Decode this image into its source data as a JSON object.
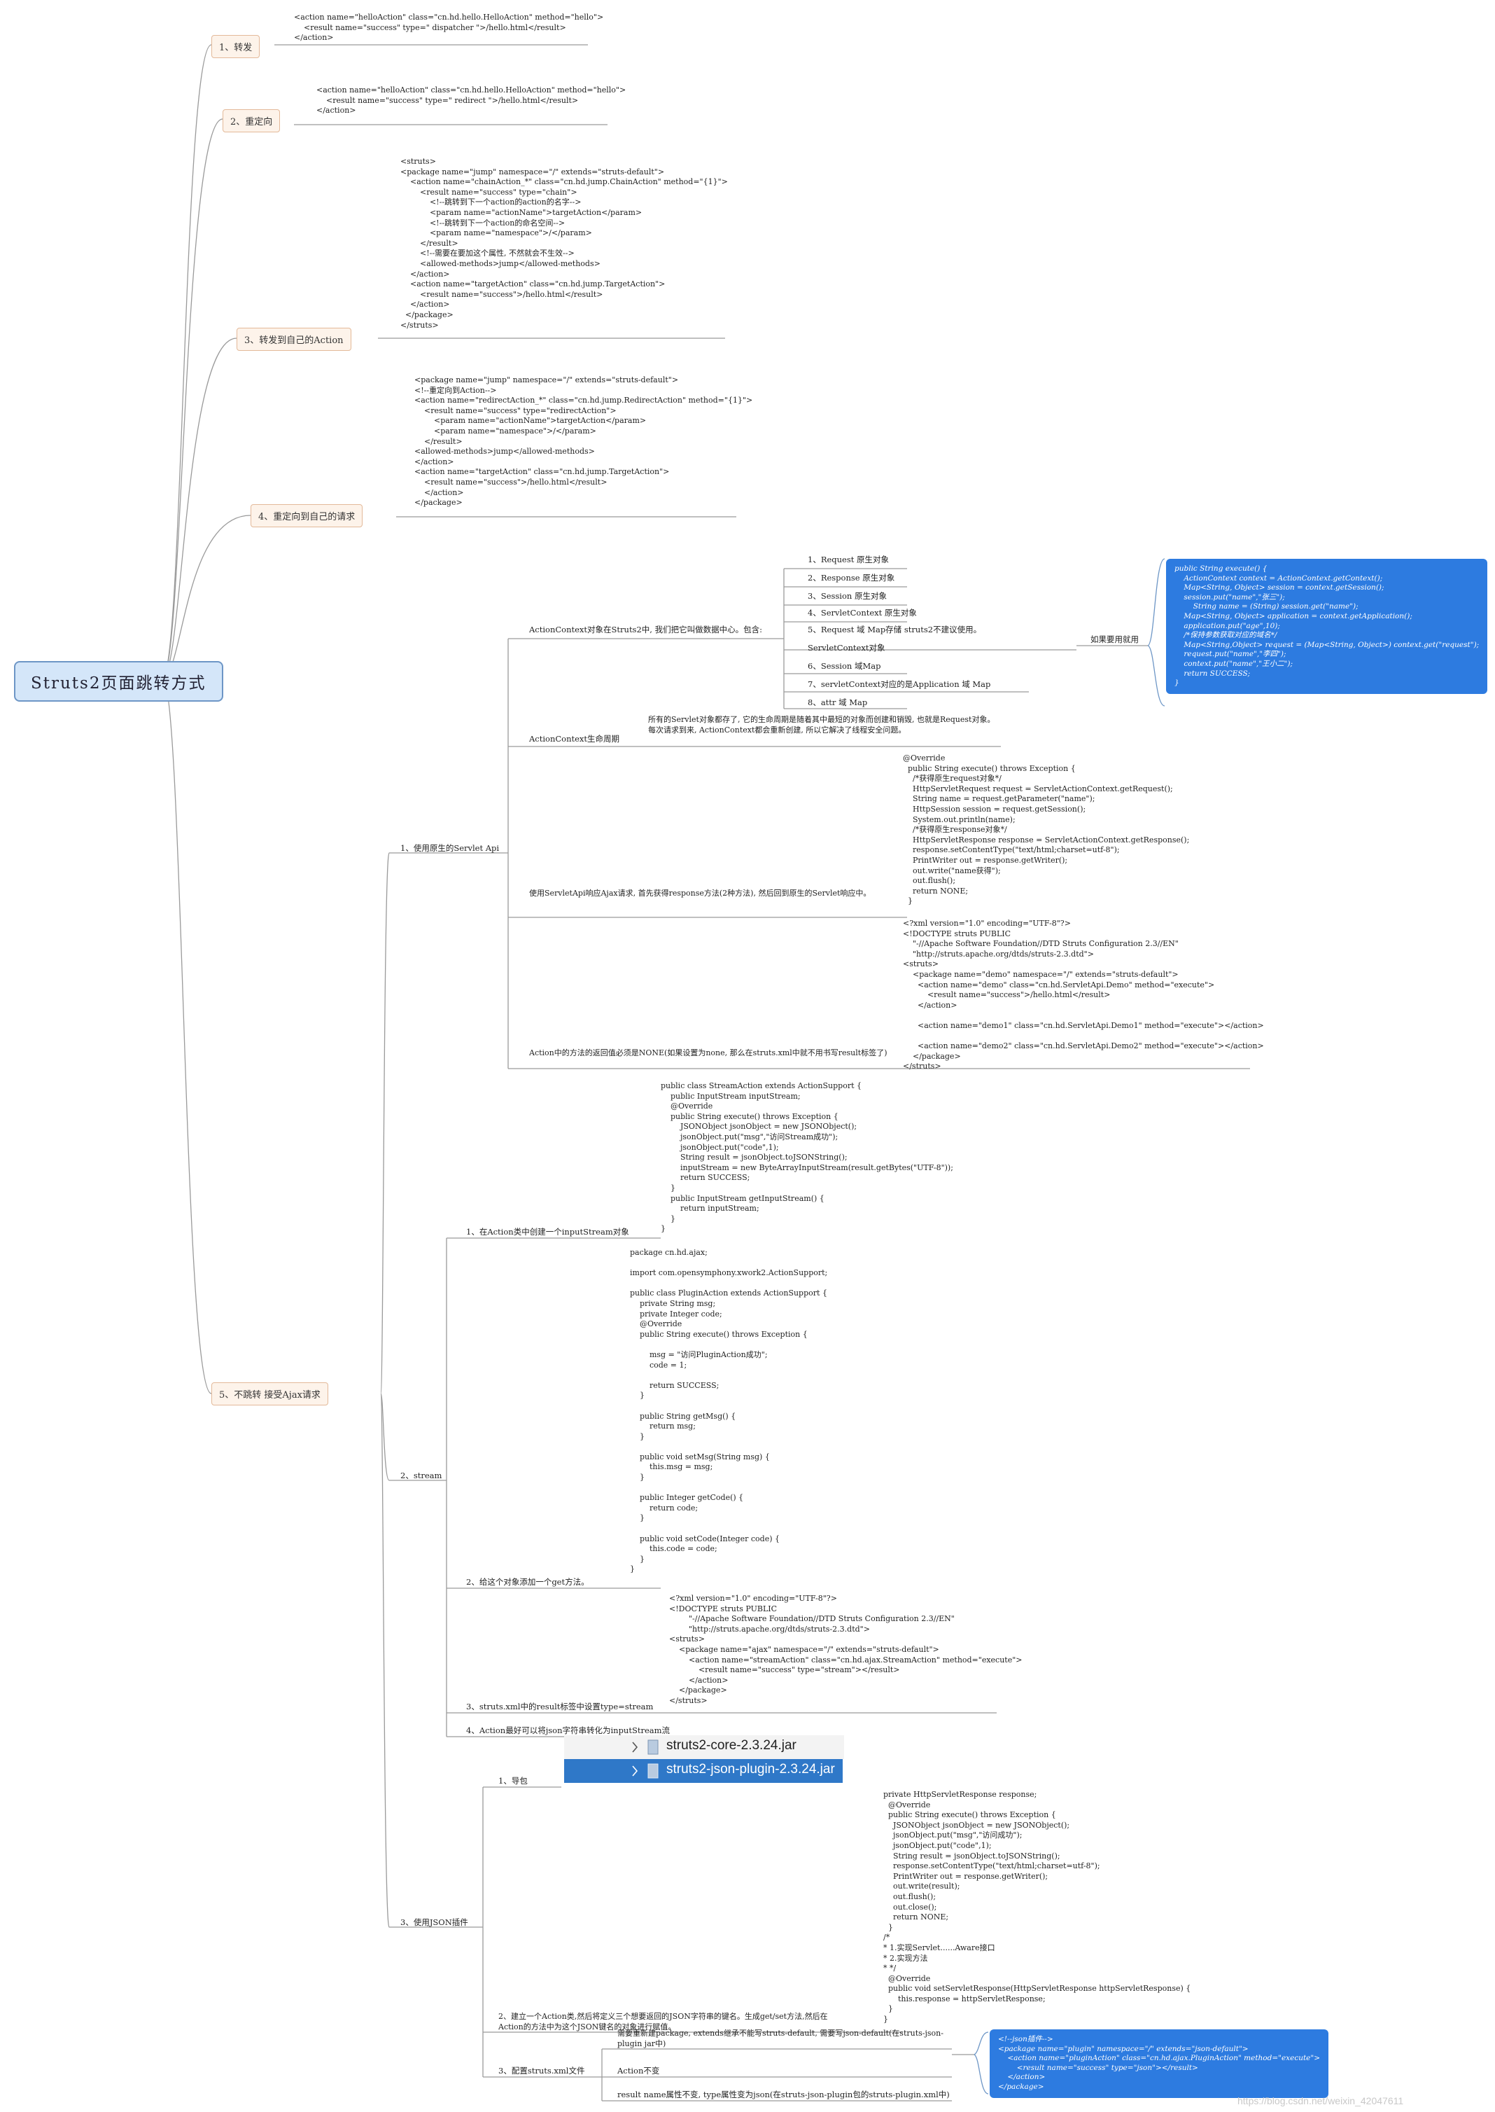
{
  "root": {
    "title": "Struts2页面跳转方式"
  },
  "topics": [
    {
      "label": "1、转发",
      "code": "<action name=\"helloAction\" class=\"cn.hd.hello.HelloAction\" method=\"hello\">\n    <result name=\"success\" type=\" dispatcher \">/hello.html</result>\n</action>"
    },
    {
      "label": "2、重定向",
      "code": "<action name=\"helloAction\" class=\"cn.hd.hello.HelloAction\" method=\"hello\">\n    <result name=\"success\" type=\" redirect \">/hello.html</result>\n</action>"
    },
    {
      "label": "3、转发到自己的Action",
      "code": "<struts>\n<package name=\"jump\" namespace=\"/\" extends=\"struts-default\">\n    <action name=\"chainAction_*\" class=\"cn.hd.jump.ChainAction\" method=\"{1}\">\n        <result name=\"success\" type=\"chain\">\n            <!--跳转到下一个action的action的名字-->\n            <param name=\"actionName\">targetAction</param>\n            <!--跳转到下一个action的命名空间-->\n            <param name=\"namespace\">/</param>\n        </result>\n        <!--需要在要加这个属性, 不然就会不生效-->\n        <allowed-methods>jump</allowed-methods>\n    </action>\n    <action name=\"targetAction\" class=\"cn.hd.jump.TargetAction\">\n        <result name=\"success\">/hello.html</result>\n    </action>\n  </package>\n</struts>"
    },
    {
      "label": "4、重定向到自己的请求",
      "code": "<package name=\"jump\" namespace=\"/\" extends=\"struts-default\">\n<!--重定向到Action-->\n<action name=\"redirectAction_*\" class=\"cn.hd.jump.RedirectAction\" method=\"{1}\">\n    <result name=\"success\" type=\"redirectAction\">\n        <param name=\"actionName\">targetAction</param>\n        <param name=\"namespace\">/</param>\n    </result>\n<allowed-methods>jump</allowed-methods>\n</action>\n<action name=\"targetAction\" class=\"cn.hd.jump.TargetAction\">\n    <result name=\"success\">/hello.html</result>\n    </action>\n</package>"
    },
    {
      "label": "5、不跳转      接受Ajax请求"
    }
  ],
  "servlet": {
    "label": "1、使用原生的Servlet Api",
    "context_label": "ActionContext对象在Struts2中, 我们把它叫做数据中心。包含:",
    "context_items": [
      "1、Request      原生对象",
      "2、Response          原生对象",
      "3、Session          原生对象",
      "4、ServletContext        原生对象",
      "5、Request      域  Map存储    struts2不建议使用。",
      "ServletContext对象",
      "6、Session      域Map",
      "7、servletContext对应的是Application        域          Map",
      "8、attr  域         Map"
    ],
    "if_use": "如果要用就用",
    "blue_code": "public String execute() {\n    ActionContext context = ActionContext.getContext();\n    Map<String, Object> session = context.getSession();\n    session.put(\"name\",\"张三\");\n        String name = (String) session.get(\"name\");\n    Map<String, Object> application = context.getApplication();\n    application.put(\"age\",10);\n    /*保持参数获取对应的域名*/\n    Map<String,Object> request = (Map<String, Object>) context.get(\"request\");\n    request.put(\"name\",\"李四\");\n    context.put(\"name\",\"王小二\");\n    return SUCCESS;\n}",
    "lifecycle_label": "ActionContext生命周期",
    "lifecycle_text": "所有的Servlet对象都存了, 它的生命周期是随着其中最短的对象而创建和销毁, 也就是Request对象。每次请求到来, ActionContext都会重新创建, 所以它解决了线程安全问题。",
    "ajax_label": "使用ServletApi响应Ajax请求, 首先获得response方法(2种方法), 然后回到原生的Servlet响应中。",
    "ajax_code": "@Override\n  public String execute() throws Exception {\n    /*获得原生request对象*/\n    HttpServletRequest request = ServletActionContext.getRequest();\n    String name = request.getParameter(\"name\");\n    HttpSession session = request.getSession();\n    System.out.println(name);\n    /*获得原生response对象*/\n    HttpServletResponse response = ServletActionContext.getResponse();\n    response.setContentType(\"text/html;charset=utf-8\");\n    PrintWriter out = response.getWriter();\n    out.write(\"name获得\");\n    out.flush();\n    return NONE;\n  }",
    "none_label": "Action中的方法的返回值必须是NONE(如果设置为none, 那么在struts.xml中就不用书写result标签了)",
    "none_code": "<?xml version=\"1.0\" encoding=\"UTF-8\"?>\n<!DOCTYPE struts PUBLIC\n    \"-//Apache Software Foundation//DTD Struts Configuration 2.3//EN\"\n    \"http://struts.apache.org/dtds/struts-2.3.dtd\">\n<struts>\n    <package name=\"demo\" namespace=\"/\" extends=\"struts-default\">\n      <action name=\"demo\" class=\"cn.hd.ServletApi.Demo\" method=\"execute\">\n          <result name=\"success\">/hello.html</result>\n      </action>\n\n      <action name=\"demo1\" class=\"cn.hd.ServletApi.Demo1\" method=\"execute\"></action>\n\n      <action name=\"demo2\" class=\"cn.hd.ServletApi.Demo2\" method=\"execute\"></action>\n    </package>\n</struts>"
  },
  "stream": {
    "label": "2、stream",
    "step1_label": "1、在Action类中创建一个inputStream对象",
    "step1_code": "public class StreamAction extends ActionSupport {\n    public InputStream inputStream;\n    @Override\n    public String execute() throws Exception {\n        JSONObject jsonObject = new JSONObject();\n        jsonObject.put(\"msg\",\"访问Stream成功\");\n        jsonObject.put(\"code\",1);\n        String result = jsonObject.toJSONString();\n        inputStream = new ByteArrayInputStream(result.getBytes(\"UTF-8\"));\n        return SUCCESS;\n    }\n    public InputStream getInputStream() {\n        return inputStream;\n    }\n}",
    "step2_label": "2、给这个对象添加一个get方法。",
    "step2_code": "package cn.hd.ajax;\n\nimport com.opensymphony.xwork2.ActionSupport;\n\npublic class PluginAction extends ActionSupport {\n    private String msg;\n    private Integer code;\n    @Override\n    public String execute() throws Exception {\n\n        msg = \"访问PluginAction成功\";\n        code = 1;\n\n        return SUCCESS;\n    }\n\n    public String getMsg() {\n        return msg;\n    }\n\n    public void setMsg(String msg) {\n        this.msg = msg;\n    }\n\n    public Integer getCode() {\n        return code;\n    }\n\n    public void setCode(Integer code) {\n        this.code = code;\n    }\n}",
    "step3_label": "3、struts.xml中的result标签中设置type=stream",
    "step3_code": "<?xml version=\"1.0\" encoding=\"UTF-8\"?>\n<!DOCTYPE struts PUBLIC\n        \"-//Apache Software Foundation//DTD Struts Configuration 2.3//EN\"\n        \"http://struts.apache.org/dtds/struts-2.3.dtd\">\n<struts>\n    <package name=\"ajax\" namespace=\"/\" extends=\"struts-default\">\n        <action name=\"streamAction\" class=\"cn.hd.ajax.StreamAction\" method=\"execute\">\n            <result name=\"success\" type=\"stream\"></result>\n        </action>\n    </package>\n</struts>",
    "step4_label": "4、Action最好可以将json字符串转化为inputStream流"
  },
  "json": {
    "label": "3、使用JSON插件",
    "jar_label": "1、导包",
    "jars": [
      "struts2-core-2.3.24.jar",
      "struts2-json-plugin-2.3.24.jar"
    ],
    "step2_label": "2、建立一个Action类,然后将定义三个想要返回的JSON字符串的键名。生成get/set方法,然后在Action的方法中为这个JSON键名的对象进行赋值。",
    "step2_code": "private HttpServletResponse response;\n  @Override\n  public String execute() throws Exception {\n    JSONObject jsonObject = new JSONObject();\n    jsonObject.put(\"msg\",\"访问成功\");\n    jsonObject.put(\"code\",1);\n    String result = jsonObject.toJSONString();\n    response.setContentType(\"text/html;charset=utf-8\");\n    PrintWriter out = response.getWriter();\n    out.write(result);\n    out.flush();\n    out.close();\n    return NONE;\n  }\n/*\n* 1.实现Servlet......Aware接口\n* 2.实现方法\n* */\n  @Override\n  public void setServletResponse(HttpServletResponse httpServletResponse) {\n      this.response = httpServletResponse;\n  }\n}",
    "step3_label": "3、配置struts.xml文件",
    "step3_items": [
      "需要重新建package, extends继承不能写struts-default, 需要写json-default(在struts-json-plugin jar中)",
      "Action不变",
      "result    name属性不变, type属性变为json(在struts-json-plugin包的struts-plugin.xml中)"
    ],
    "blue_code": "<!--json插件-->\n<package name=\"plugin\" namespace=\"/\" extends=\"json-default\">\n    <action name=\"pluginAction\" class=\"cn.hd.ajax.PluginAction\" method=\"execute\">\n        <result name=\"success\" type=\"json\"></result>\n    </action>\n</package>"
  },
  "watermark": "https://blog.csdn.net/weixin_42047611"
}
